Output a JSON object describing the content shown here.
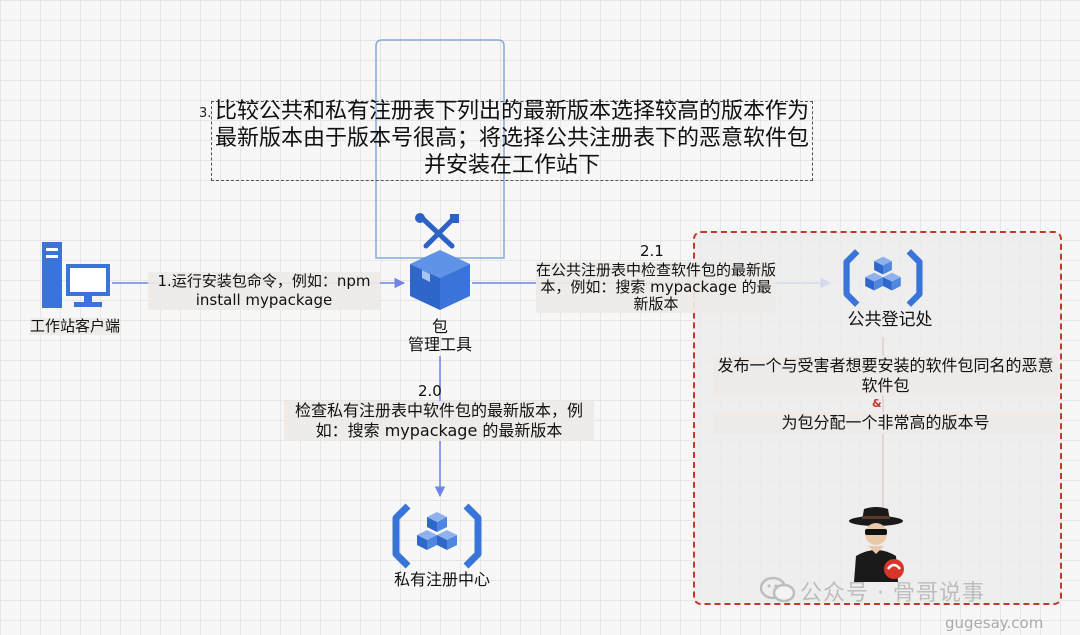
{
  "diagram": {
    "step3": {
      "number": "3.",
      "text": "比较公共和私有注册表下列出的最新版本选择较高的版本作为最新版本由于版本号很高；将选择公共注册表下的恶意软件包并安装在工作站下"
    },
    "workstation": {
      "label": "工作站客户端"
    },
    "step1": {
      "text": "1.运行安装包命令，例如：npm install mypackage"
    },
    "package_tool": {
      "label": "包\n管理工具"
    },
    "step2_1": {
      "number": "2.1",
      "text": "在公共注册表中检查软件包的最新版本，例如：搜索 mypackage 的最新版本"
    },
    "step2_0": {
      "number": "2.0",
      "text": "检查私有注册表中软件包的最新版本，例如：搜索 mypackage 的最新版本"
    },
    "private_registry": {
      "label": "私有注册中心"
    },
    "public_registry": {
      "label": "公共登记处"
    },
    "attacker": {
      "publish_text": "发布一个与受害者想要安装的软件包同名的恶意软件包",
      "amp": "&",
      "version_text": "为包分配一个非常高的版本号"
    }
  },
  "watermark": {
    "account": "公众号 · 骨哥说事",
    "site": "gugesay.com"
  },
  "colors": {
    "accent_blue": "#3b74d8",
    "wire_blue": "#6f84e6",
    "attacker_red": "#c0392b",
    "step3_loop": "#86a9dc"
  }
}
